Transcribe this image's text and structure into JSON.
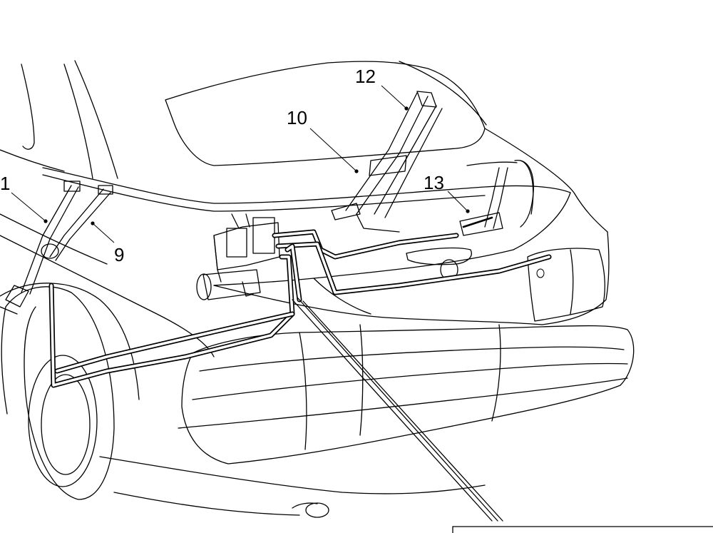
{
  "diagram": {
    "callouts": [
      {
        "id": "c1",
        "label": "1"
      },
      {
        "id": "c9",
        "label": "9"
      },
      {
        "id": "c10",
        "label": "10"
      },
      {
        "id": "c12",
        "label": "12"
      },
      {
        "id": "c13",
        "label": "13"
      }
    ]
  }
}
